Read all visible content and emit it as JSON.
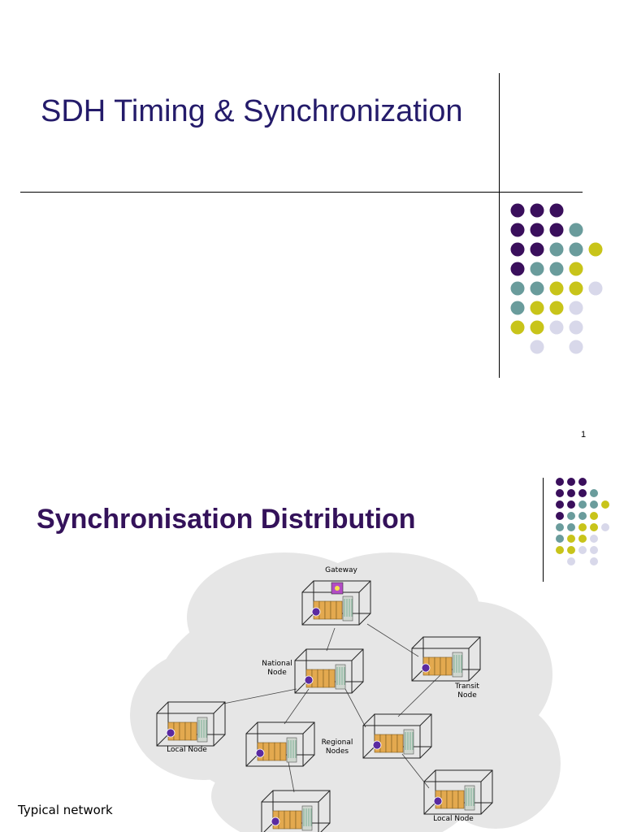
{
  "slide1": {
    "title": "SDH Timing & Synchronization",
    "page_number": "1",
    "colors": {
      "title": "#241b6a",
      "dot_purple": "#3a0f5c",
      "dot_teal": "#6a9c9c",
      "dot_olive": "#c8c41a",
      "dot_lavender": "#d8d8ea"
    }
  },
  "slide2": {
    "title": "Synchronisation Distribution",
    "caption": "Typical network",
    "colors": {
      "title": "#34125a",
      "cloud": "#e6e6e6"
    },
    "diagram": {
      "labels": {
        "gateway": "Gateway",
        "national_1": "National",
        "national_2": "Node",
        "transit_1": "Transit",
        "transit_2": "Node",
        "regional_1": "Regional",
        "regional_2": "Nodes",
        "local_left": "Local Node",
        "local_right": "Local Node"
      }
    }
  }
}
